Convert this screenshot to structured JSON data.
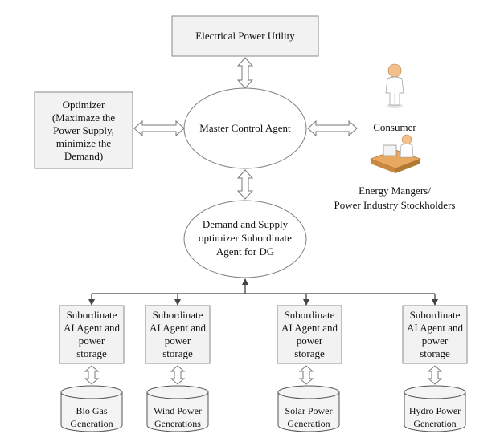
{
  "utility": {
    "lines": [
      "Electrical Power Utility"
    ]
  },
  "optimizer": {
    "lines": [
      "Optimizer",
      "(Maximaze the",
      "Power Supply,",
      "minimize the",
      "Demand)"
    ]
  },
  "master": {
    "lines": [
      "Master Control Agent"
    ]
  },
  "subordinate_main": {
    "lines": [
      "Demand and Supply",
      "optimizer Subordinate",
      "Agent for DG"
    ]
  },
  "consumer": {
    "label": "Consumer"
  },
  "managers": {
    "lines": [
      "Energy Mangers/",
      "Power Industry Stockholders"
    ]
  },
  "agents": [
    {
      "agent_lines": [
        "Subordinate",
        "AI Agent and",
        "power",
        "storage"
      ],
      "gen_lines": [
        "Bio Gas",
        "Generation"
      ]
    },
    {
      "agent_lines": [
        "Subordinate",
        "AI Agent and",
        "power",
        "storage"
      ],
      "gen_lines": [
        "Wind Power",
        "Generations"
      ]
    },
    {
      "agent_lines": [
        "Subordinate",
        "AI Agent and",
        "power",
        "storage"
      ],
      "gen_lines": [
        "Solar Power",
        "Generation"
      ]
    },
    {
      "agent_lines": [
        "Subordinate",
        "AI Agent and",
        "power",
        "storage"
      ],
      "gen_lines": [
        "Hydro Power",
        "Generation"
      ]
    }
  ]
}
